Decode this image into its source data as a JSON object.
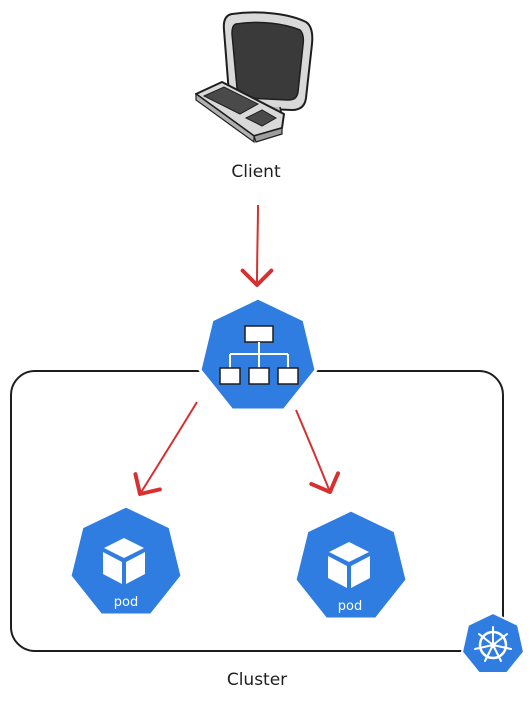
{
  "nodes": {
    "client_label": "Client",
    "cluster_label": "Cluster",
    "pod1_label": "pod",
    "pod2_label": "pod"
  },
  "icons": {
    "client": "computer-icon",
    "load_balancer": "load-balancer-icon",
    "pod": "pod-cube-icon",
    "kubernetes": "kubernetes-helm-icon"
  },
  "colors": {
    "k8s_blue": "#2f7de1",
    "arrow_red": "#d63031",
    "stroke_dark": "#1e1e1e",
    "computer_body": "#d9d9d9",
    "screen_dark": "#3a3a3a"
  }
}
